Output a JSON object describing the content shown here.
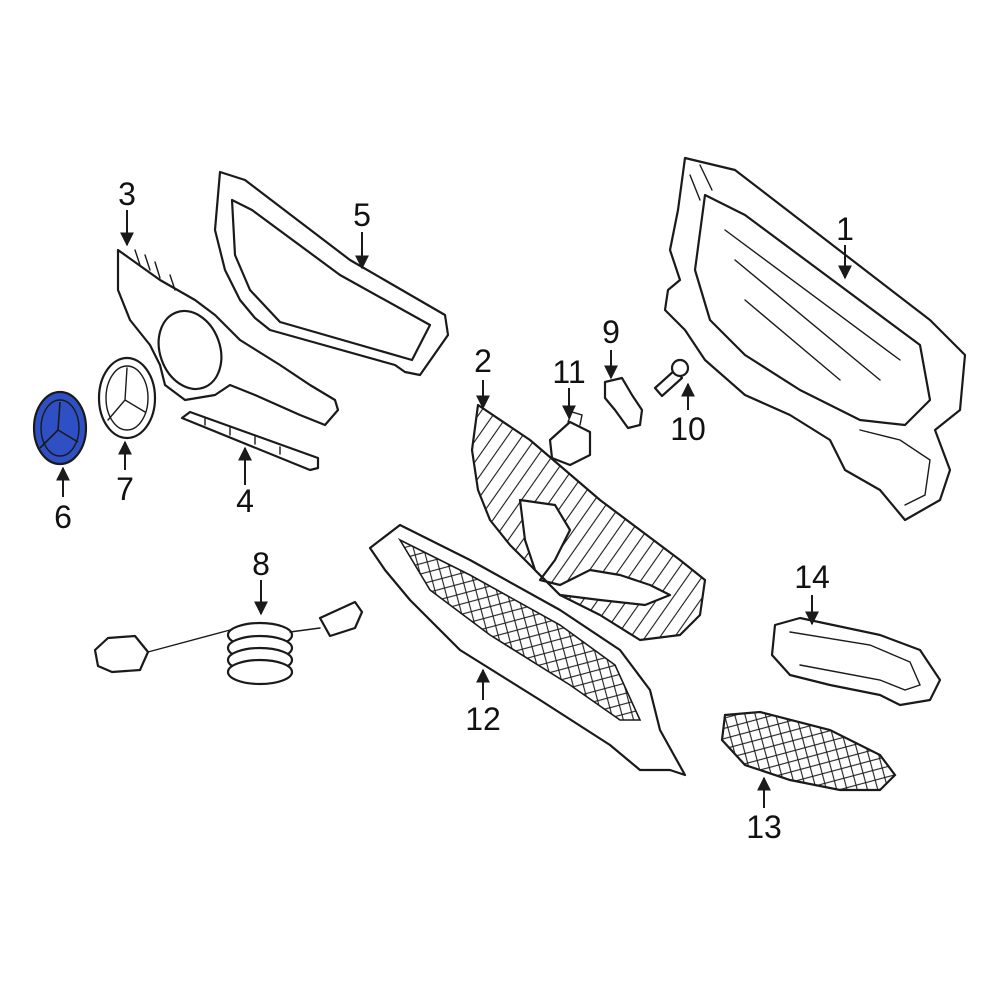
{
  "highlight_color": "#2f4fc4",
  "callouts": [
    {
      "id": "1",
      "label": "1"
    },
    {
      "id": "2",
      "label": "2"
    },
    {
      "id": "3",
      "label": "3"
    },
    {
      "id": "4",
      "label": "4"
    },
    {
      "id": "5",
      "label": "5"
    },
    {
      "id": "6",
      "label": "6"
    },
    {
      "id": "7",
      "label": "7"
    },
    {
      "id": "8",
      "label": "8"
    },
    {
      "id": "9",
      "label": "9"
    },
    {
      "id": "10",
      "label": "10"
    },
    {
      "id": "11",
      "label": "11"
    },
    {
      "id": "12",
      "label": "12"
    },
    {
      "id": "13",
      "label": "13"
    },
    {
      "id": "14",
      "label": "14"
    }
  ]
}
